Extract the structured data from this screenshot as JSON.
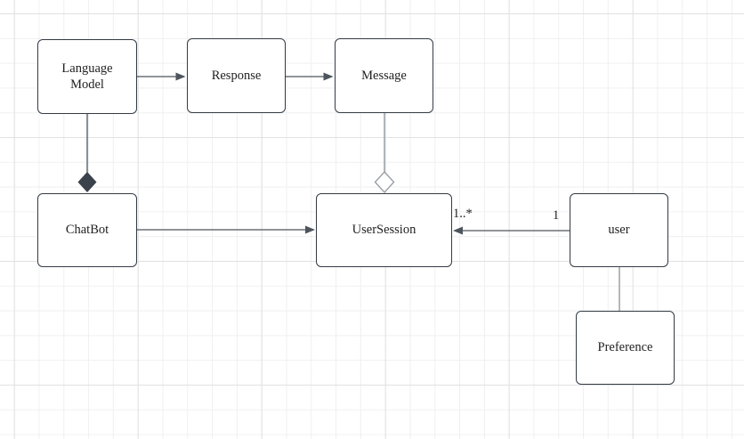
{
  "diagram": {
    "nodes": [
      {
        "id": "language-model",
        "label": "Language Model"
      },
      {
        "id": "response",
        "label": "Response"
      },
      {
        "id": "message",
        "label": "Message"
      },
      {
        "id": "chatbot",
        "label": "ChatBot"
      },
      {
        "id": "user-session",
        "label": "UserSession"
      },
      {
        "id": "user",
        "label": "user"
      },
      {
        "id": "preference",
        "label": "Preference"
      }
    ],
    "edges": [
      {
        "from": "Language Model",
        "to": "Response",
        "type": "directed-association"
      },
      {
        "from": "Response",
        "to": "Message",
        "type": "directed-association"
      },
      {
        "from": "Language Model",
        "to": "ChatBot",
        "type": "composition"
      },
      {
        "from": "Message",
        "to": "UserSession",
        "type": "aggregation"
      },
      {
        "from": "ChatBot",
        "to": "UserSession",
        "type": "directed-association"
      },
      {
        "from": "user",
        "to": "UserSession",
        "type": "directed-association",
        "source_label": "1",
        "target_label": "1..*"
      },
      {
        "from": "user",
        "to": "Preference",
        "type": "association"
      }
    ],
    "colors": {
      "canvas_bg": "#ffffff",
      "node_fill": "#ffffff",
      "node_stroke": "#343b45",
      "edge_dark": "#4d545c",
      "edge_gray": "#9aa0a6",
      "text": "#1f1f1f",
      "grid_minor": "#f0f0f0",
      "grid_major": "#e1e1e1"
    }
  }
}
